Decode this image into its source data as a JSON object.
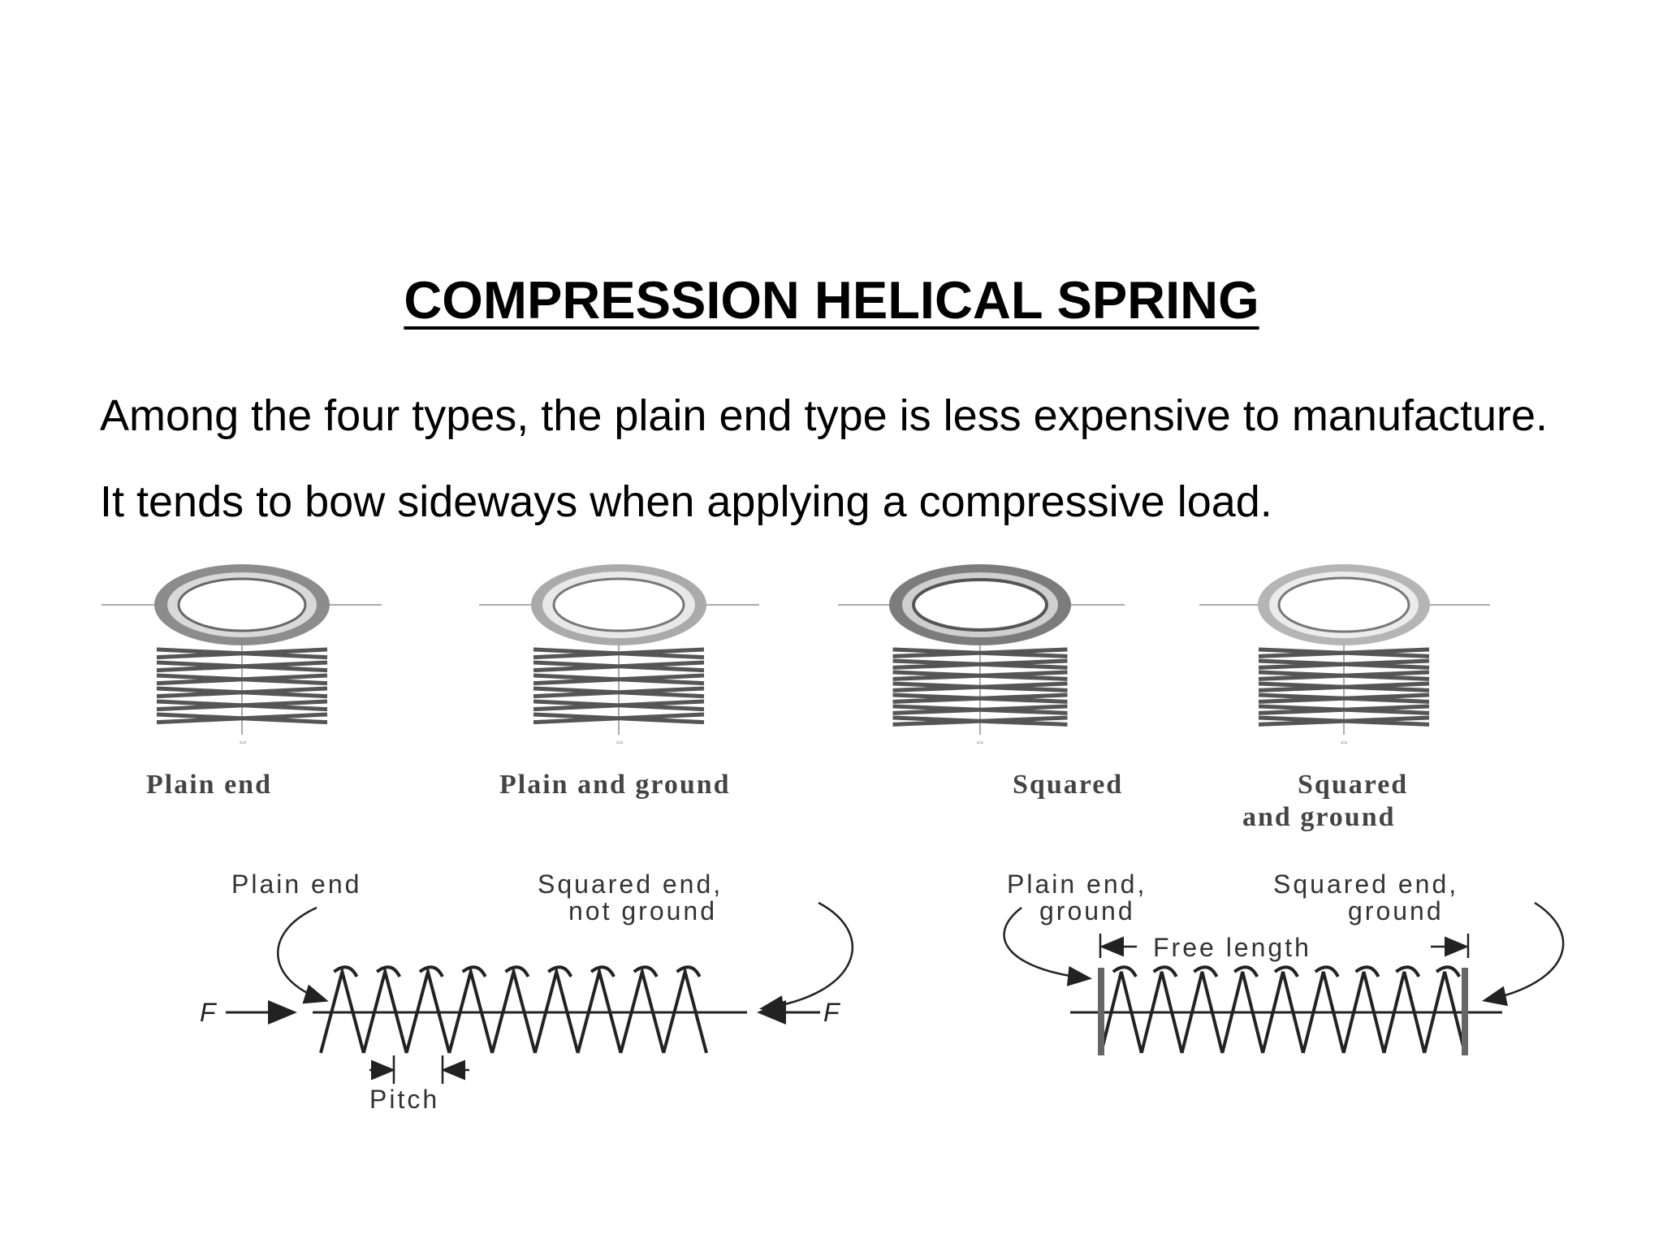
{
  "title": "COMPRESSION HELICAL SPRING",
  "paragraph": {
    "line1": "Among the four types, the plain end type is less expensive to manufacture.",
    "line2": "It tends to bow sideways when applying a compressive load."
  },
  "end_types": [
    {
      "label_line1": "Plain end",
      "label_line2": ""
    },
    {
      "label_line1": "Plain and ground",
      "label_line2": ""
    },
    {
      "label_line1": "Squared",
      "label_line2": ""
    },
    {
      "label_line1": "Squared",
      "label_line2": "and ground"
    }
  ],
  "left_spring": {
    "left_label": "Plain end",
    "right_label_line1": "Squared end,",
    "right_label_line2": "not ground",
    "force_left": "F",
    "force_right": "F",
    "pitch_label": "Pitch"
  },
  "right_spring": {
    "left_label_line1": "Plain end,",
    "left_label_line2": "ground",
    "right_label_line1": "Squared end,",
    "right_label_line2": "ground",
    "free_length_label": "Free length"
  }
}
